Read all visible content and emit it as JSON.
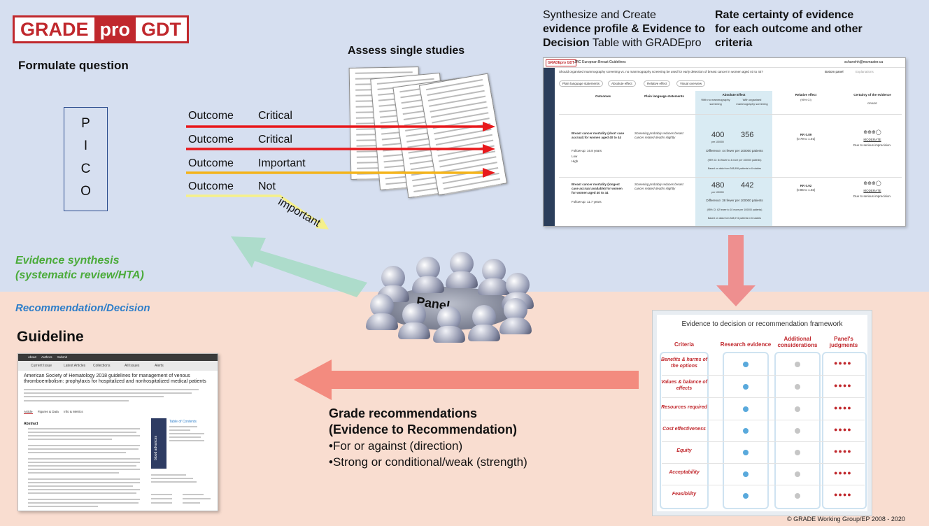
{
  "logo": {
    "part1": "GRADE",
    "part2": "pro",
    "part3": "GDT"
  },
  "formulate": "Formulate question",
  "pico": [
    "P",
    "I",
    "C",
    "O"
  ],
  "assess": "Assess single studies",
  "outcomes": [
    {
      "label": "Outcome",
      "importance": "Critical",
      "color": "#e8191c"
    },
    {
      "label": "Outcome",
      "importance": "Critical",
      "color": "#e8191c"
    },
    {
      "label": "Outcome",
      "importance": "Important",
      "color": "#f4b41a"
    },
    {
      "label": "Outcome",
      "importance": "Not",
      "importance2": "important",
      "color": "#f5f08a"
    }
  ],
  "synthesize": {
    "line1": "Synthesize and Create",
    "line2": "evidence profile & Evidence to",
    "line3_bold": "Decision",
    "line3_rest": " Table with GRADEpro"
  },
  "rate": {
    "line1": "Rate certainty of evidence",
    "line2": "for each outcome and other",
    "line3": "criteria"
  },
  "ep": {
    "logo": "GRADEpro GDT",
    "project": "JRC European Breast Guidelines",
    "user": "schunehh@mcmaster.ca",
    "question": "Should organised mammography screening vs. no mammography screening be used for early detection of breast cancer in women aged 40 to 44?",
    "bottom_panel": "Bottom panel",
    "explanations": "Explanations",
    "tabs": [
      "Plain language statements",
      "Absolute effect",
      "Relative effect",
      "Visual overview"
    ],
    "cols": [
      "Outcomes",
      "Plain language statements",
      "Absolute Effect",
      "Relative effect",
      "Certainty of the evidence"
    ],
    "col_sub": {
      "abs_without": "With no mammography screening",
      "abs_with": "With organised mammography screening",
      "rel": "(95% CI)",
      "cert": "GRADE"
    },
    "rows": [
      {
        "outcome": "Breast cancer mortality (short case accrual) for women aged 40 to 44",
        "followup": "Follow-up: 16.8 years",
        "radio1": "Low",
        "radio2": "High",
        "plain": "Screening probably reduces breast cancer related deaths slightly",
        "v1": "400",
        "v2": "356",
        "per": "per 100000",
        "diff": "Difference: 44 fewer per 100000 patients",
        "ci": "(95% CI: 84 fewer to 4 more per 100000 patients)",
        "based": "Based on data from 348,906 patients in 6 studies",
        "rr": "RR 0.89",
        "rrci": "(0.79 to 1.01)",
        "cert": "MODERATE",
        "reason": "Due to serious imprecision."
      },
      {
        "outcome": "Breast cancer mortality (longest case accrual available) for women for women aged 40 to 44",
        "followup": "Follow-up: 11.7 years",
        "plain": "Screening probably reduces breast cancer related deaths slightly",
        "v1": "480",
        "v2": "442",
        "per": "per 100000",
        "diff": "Difference: 38 fewer per 100000 patients",
        "ci": "(95% CI: 62 fewer to 10 more per 100000 patients)",
        "based": "Based on data from 348,074 patients in 6 studies",
        "rr": "RR 0.92",
        "rrci": "(0.85 to 1.02)",
        "cert": "MODERATE",
        "reason": "Due to serious imprecision."
      }
    ]
  },
  "evidence_synthesis": {
    "line1": "Evidence synthesis",
    "line2": "(systematic review/HTA)"
  },
  "panel": "Panel",
  "recommendation_decision": "Recommendation/Decision",
  "guideline": "Guideline",
  "gl": {
    "nav": [
      "About",
      "Authors",
      "Submit"
    ],
    "tabs": [
      "Current Issue",
      "Latest Articles",
      "Collections",
      "All Issues",
      "Alerts"
    ],
    "title": "American Society of Hematology 2018 guidelines for management of venous thromboembolism: prophylaxis for hospitalized and nonhospitalized medical patients",
    "article_tabs": [
      "Article",
      "Figures & Data",
      "Info & Metrics"
    ],
    "abstract": "Abstract",
    "toc": "Table of Contents",
    "journal": "blood advances"
  },
  "grade_rec": {
    "line1": "Grade recommendations",
    "line2": "(Evidence to Recommendation)",
    "bullet1": "For or against (direction)",
    "bullet2": "Strong or conditional/weak (strength)"
  },
  "framework": {
    "title": "Evidence to decision or recommendation framework",
    "headers": [
      "Criteria",
      "Research evidence",
      "Additional considerations",
      "Panel's judgments"
    ],
    "criteria": [
      "Benefits & harms of the options",
      "Values & balance of effects",
      "Resources required",
      "Cost effectiveness",
      "Equity",
      "Acceptability",
      "Feasibility"
    ],
    "judgment": "●●●●"
  },
  "copyright": "© GRADE Working Group/EP 2008 - 2020"
}
